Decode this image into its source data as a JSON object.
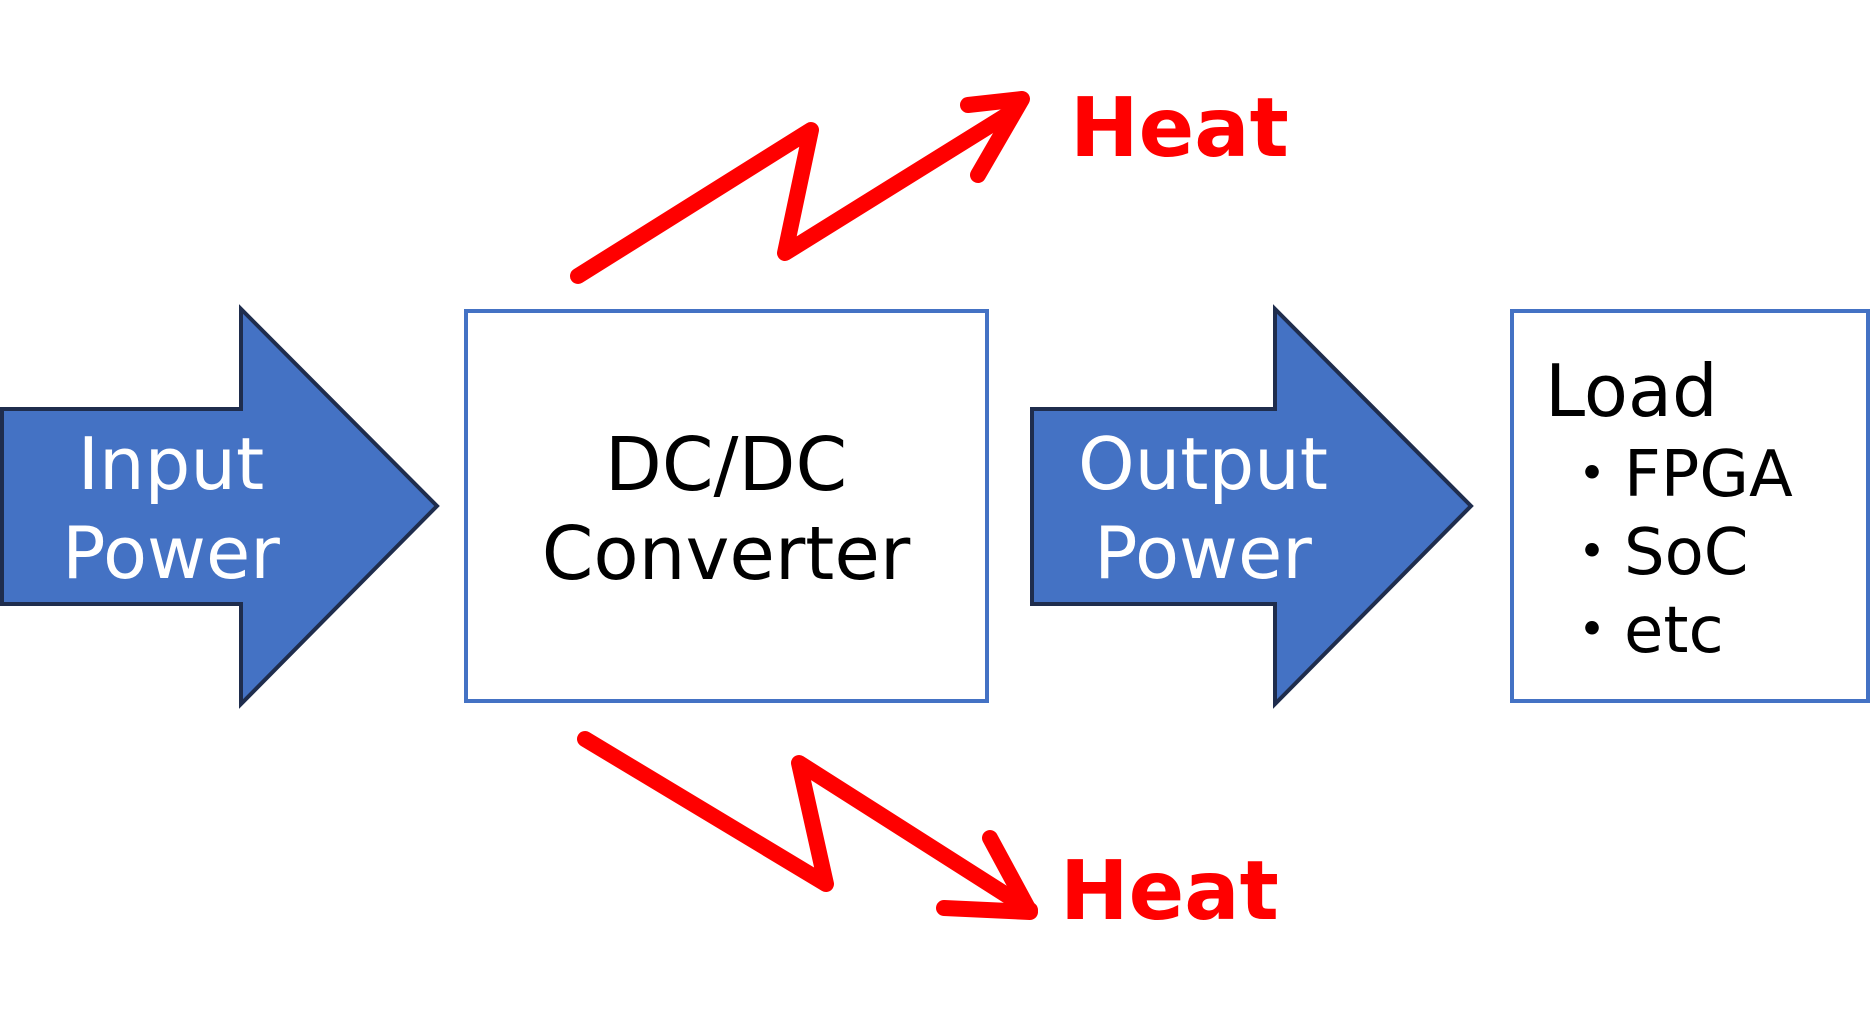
{
  "colors": {
    "arrow_fill": "#4472C4",
    "arrow_stroke": "#1F2D4D",
    "box_stroke": "#4472C4",
    "heat": "#FF0000"
  },
  "input_arrow": {
    "line1": "Input",
    "line2": "Power"
  },
  "converter": {
    "line1": "DC/DC",
    "line2": "Converter"
  },
  "output_arrow": {
    "line1": "Output",
    "line2": "Power"
  },
  "load": {
    "title": "Load",
    "items": [
      "・FPGA",
      "・SoC",
      "・etc"
    ]
  },
  "heat_top": {
    "label": "Heat",
    "icon": "lightning-arrow-icon"
  },
  "heat_bottom": {
    "label": "Heat",
    "icon": "lightning-arrow-icon"
  }
}
